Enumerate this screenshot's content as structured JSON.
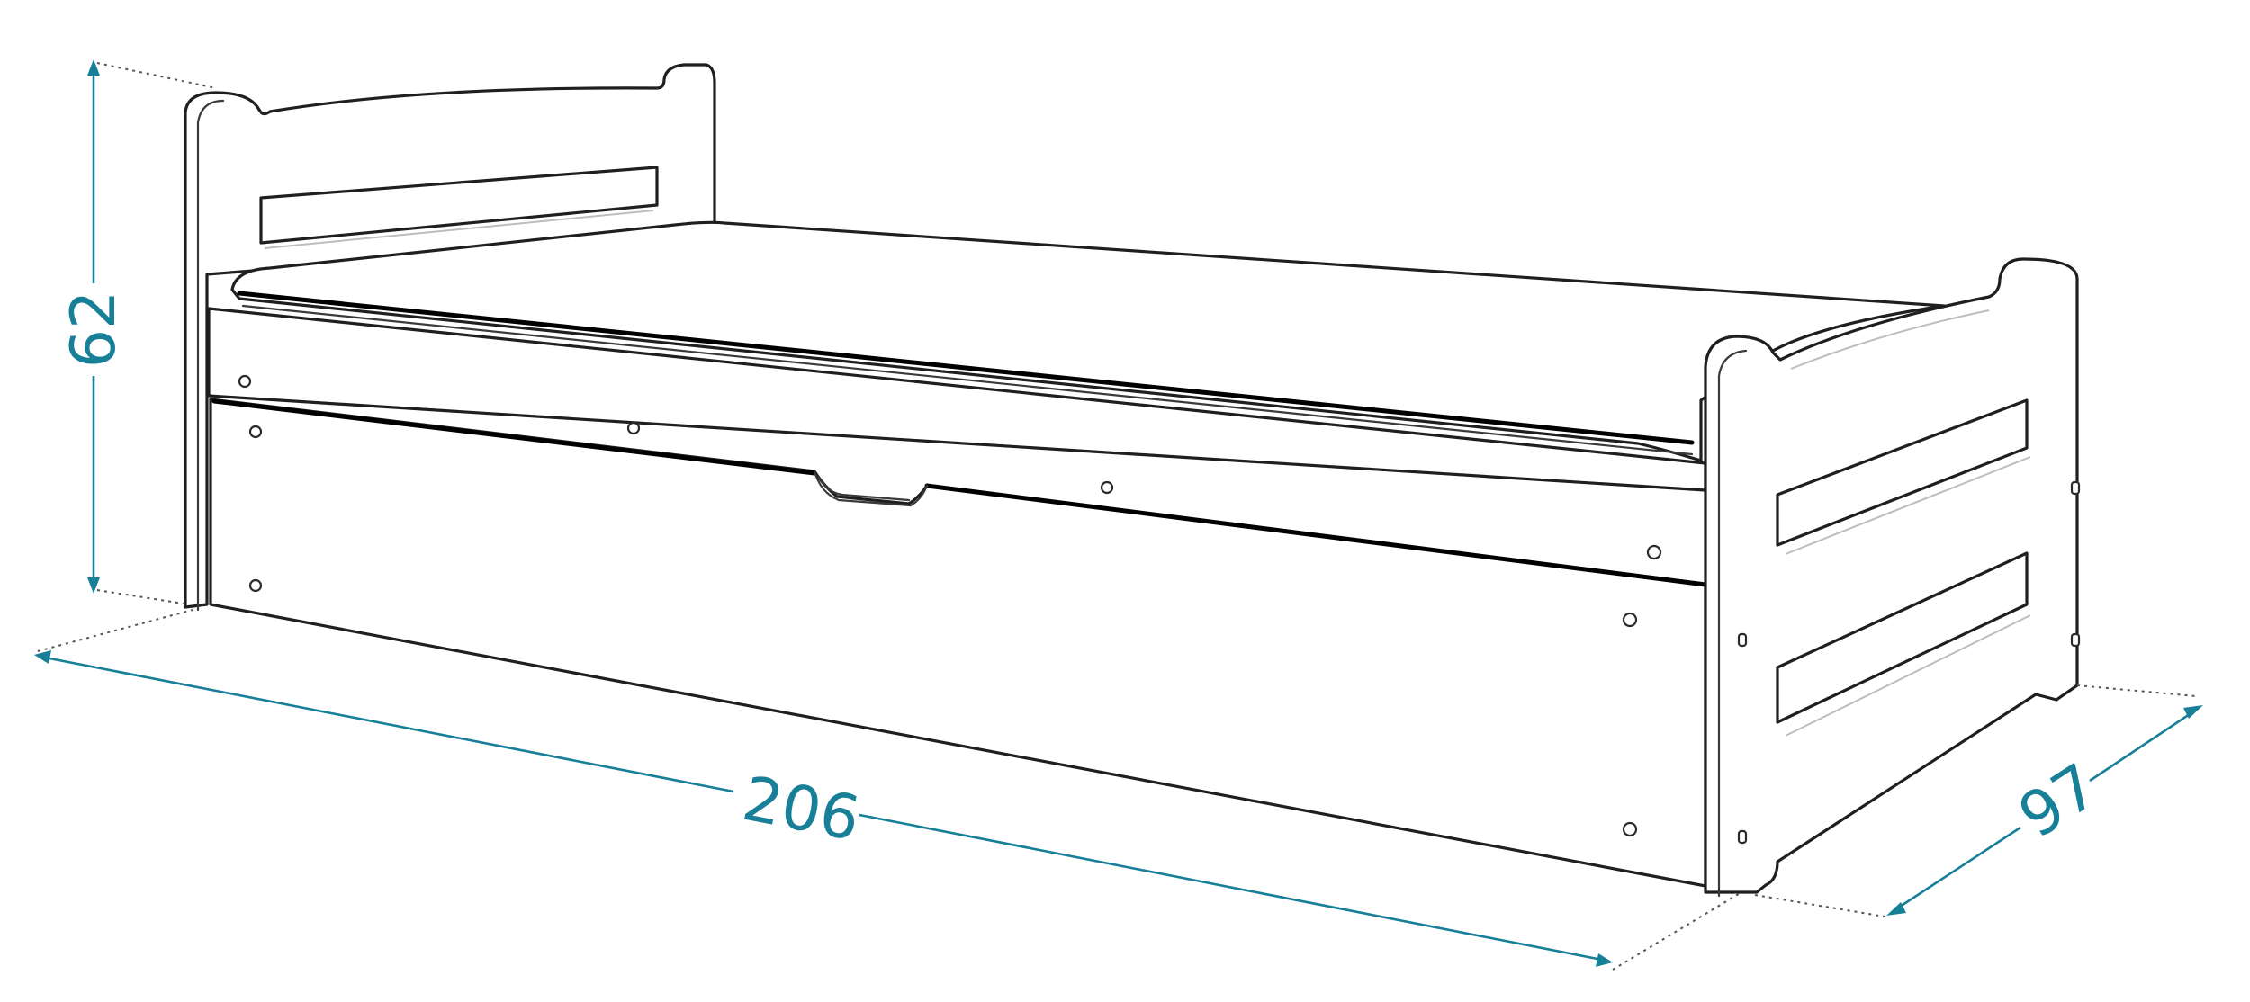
{
  "dimensions": {
    "height": "62",
    "length": "206",
    "depth": "97"
  },
  "colors": {
    "dimension": "#177f97",
    "outline": "#1f1f1f"
  }
}
